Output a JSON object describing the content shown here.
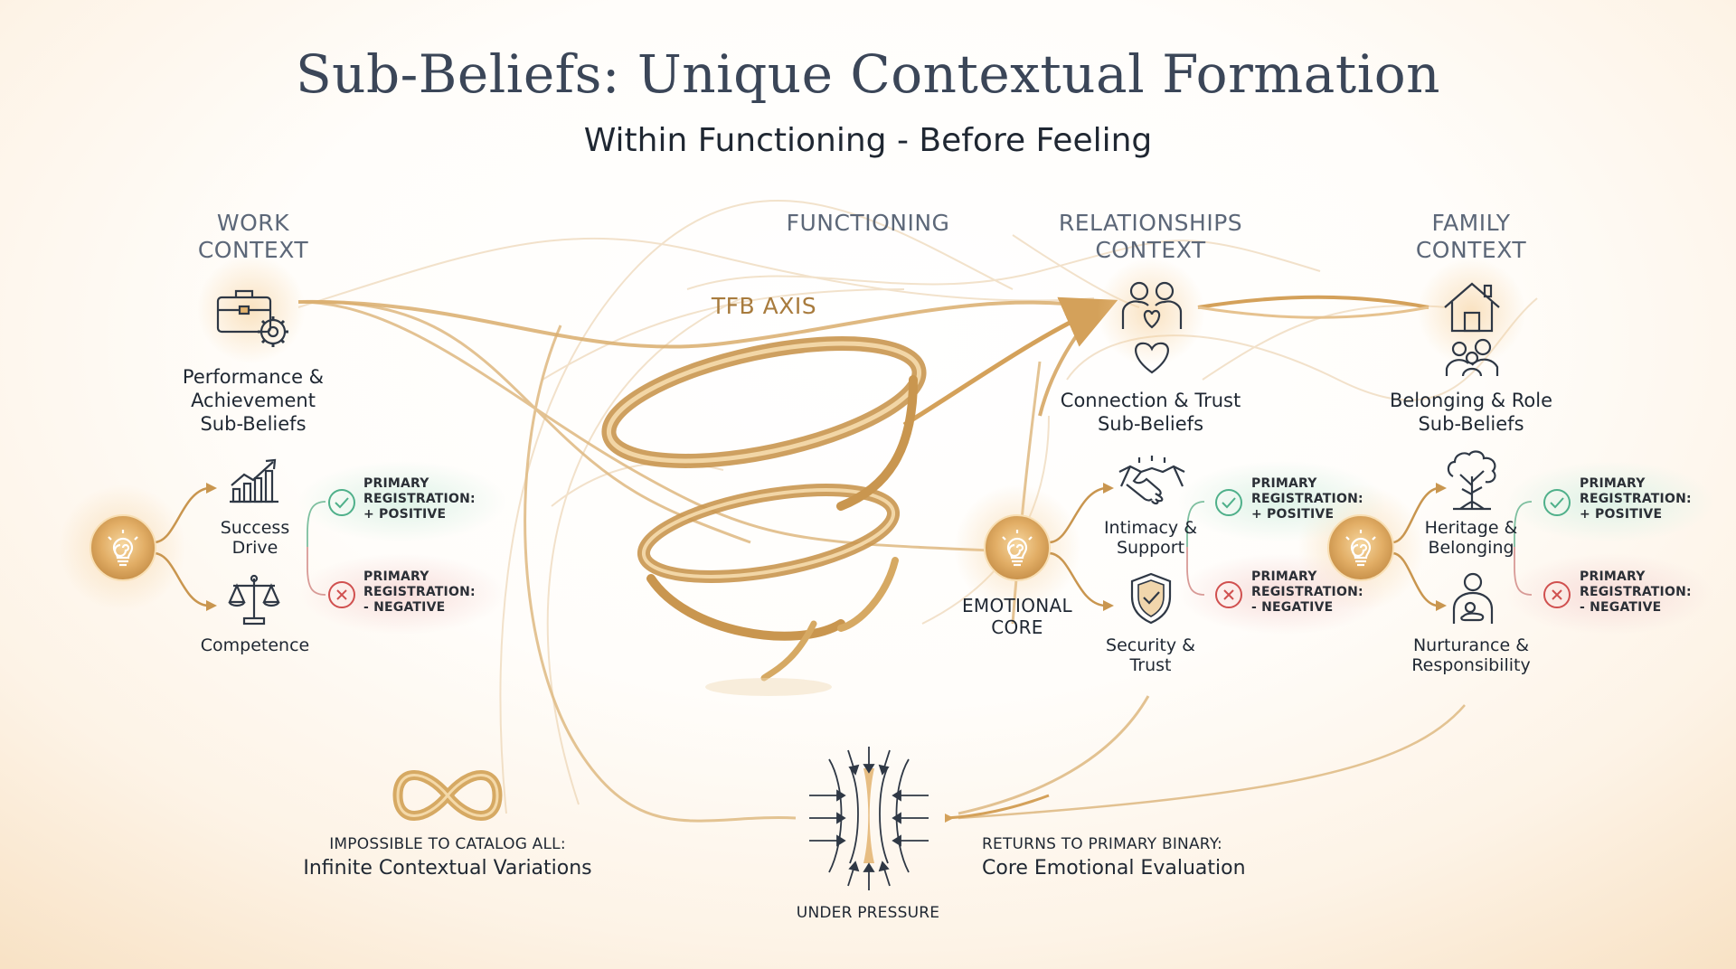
{
  "header": {
    "title": "Sub-Beliefs: Unique Contextual Formation",
    "subtitle": "Within Functioning - Before Feeling"
  },
  "center": {
    "functioning_label": "FUNCTIONING",
    "axis_label": "TFB AXIS",
    "emotional_core_line1": "EMOTIONAL",
    "emotional_core_line2": "CORE"
  },
  "contexts": {
    "work": {
      "title_line1": "WORK",
      "title_line2": "CONTEXT",
      "icon": "briefcase-gear-icon",
      "sub_line1": "Performance &",
      "sub_line2": "Achievement",
      "sub_line3": "Sub-Beliefs",
      "node1": {
        "icon": "growth-chart-icon",
        "line1": "Success",
        "line2": "Drive"
      },
      "node2": {
        "icon": "scales-icon",
        "line1": "Competence"
      }
    },
    "relationships": {
      "title_line1": "RELATIONSHIPS",
      "title_line2": "CONTEXT",
      "icon": "couple-heart-icon",
      "sub_line1": "Connection & Trust",
      "sub_line2": "Sub-Beliefs",
      "node1": {
        "icon": "handshake-icon",
        "line1": "Intimacy &",
        "line2": "Support"
      },
      "node2": {
        "icon": "shield-check-icon",
        "line1": "Security &",
        "line2": "Trust"
      }
    },
    "family": {
      "title_line1": "FAMILY",
      "title_line2": "CONTEXT",
      "icon": "house-family-icon",
      "sub_line1": "Belonging & Role",
      "sub_line2": "Sub-Beliefs",
      "node1": {
        "icon": "tree-icon",
        "line1": "Heritage &",
        "line2": "Belonging"
      },
      "node2": {
        "icon": "parent-child-icon",
        "line1": "Nurturance &",
        "line2": "Responsibility"
      }
    }
  },
  "registration": {
    "positive": {
      "line1": "PRIMARY",
      "line2": "REGISTRATION:",
      "line3": "+ POSITIVE"
    },
    "negative": {
      "line1": "PRIMARY",
      "line2": "REGISTRATION:",
      "line3": "- NEGATIVE"
    }
  },
  "footer": {
    "catalog_caption": "IMPOSSIBLE TO CATALOG ALL:",
    "catalog_text": "Infinite Contextual Variations",
    "pressure_label": "UNDER PRESSURE",
    "binary_caption": "RETURNS TO PRIMARY BINARY:",
    "binary_text": "Core Emotional Evaluation"
  },
  "colors": {
    "gold": "#d4a15a",
    "gold_dark": "#b8863f",
    "slate": "#3b4658",
    "positive": "#4fb08a",
    "negative": "#d0504f"
  }
}
